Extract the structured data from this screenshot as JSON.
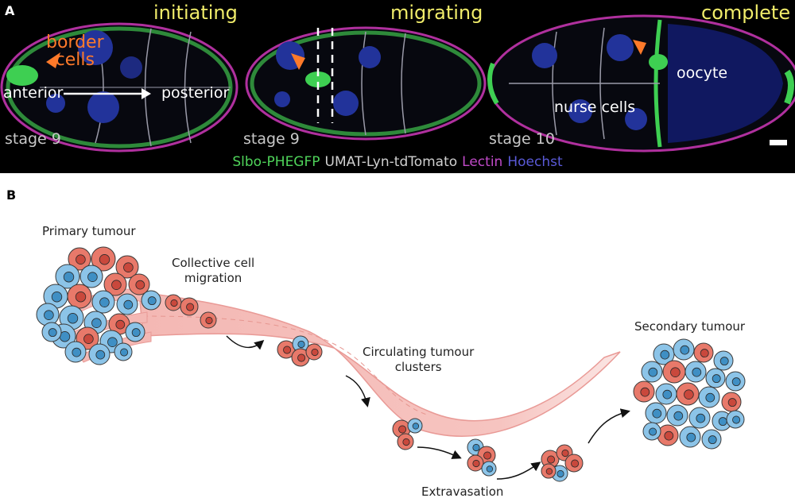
{
  "panel_a": {
    "letter": "A",
    "stages": [
      {
        "title": "initiating",
        "stage": "stage 9"
      },
      {
        "title": "migrating",
        "stage": "stage 9"
      },
      {
        "title": "complete",
        "stage": "stage 10"
      }
    ],
    "labels": {
      "border_cells_line1": "border",
      "border_cells_line2": "cells",
      "anterior": "anterior",
      "posterior": "posterior",
      "oocyte": "oocyte",
      "nurse_cells": "nurse cells"
    },
    "legend": [
      {
        "text": "Slbo-PHEGFP",
        "color": "#4fd45a"
      },
      {
        "text": "UMAT-Lyn-tdTomato",
        "color": "#d0d0d0"
      },
      {
        "text": "Lectin",
        "color": "#c04ac8"
      },
      {
        "text": "Hoechst",
        "color": "#5a5ad8"
      }
    ]
  },
  "panel_b": {
    "letter": "B",
    "labels": {
      "primary": "Primary tumour",
      "collective_line1": "Collective cell",
      "collective_line2": "migration",
      "circulating_line1": "Circulating tumour",
      "circulating_line2": "clusters",
      "extravasation": "Extravasation",
      "secondary": "Secondary tumour"
    },
    "colors": {
      "red_cell": "#e8796a",
      "blue_cell": "#8cc4e8",
      "vessel": "#f4b8b4"
    }
  }
}
